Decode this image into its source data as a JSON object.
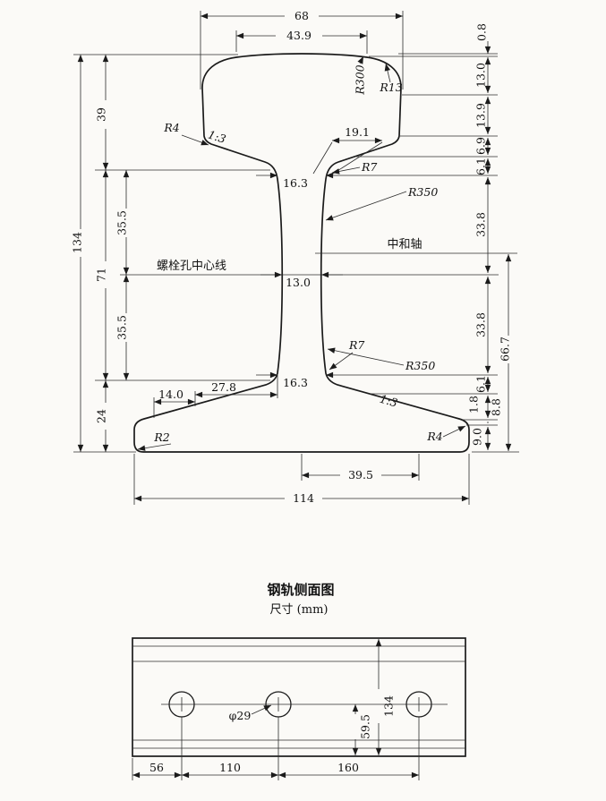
{
  "cross_section": {
    "dim_head_width": "68",
    "dim_head_top": "43.9",
    "dim_total_height": "134",
    "dim_head_height": "39",
    "dim_web_region": "71",
    "dim_base_height": "24",
    "dim_web_upper_half": "35.5",
    "dim_web_lower_half": "35.5",
    "chain_right": [
      "0.8",
      "13.0",
      "13.9",
      "6.9",
      "6.1",
      "33.8",
      "33.8",
      "6.1",
      "8.8",
      "1.8",
      "9.0"
    ],
    "dim_neutral_axis_height": "66.7",
    "dim_web_top": "16.3",
    "dim_web_mid": "13.0",
    "dim_web_bottom": "16.3",
    "dim_head_underside": "19.1",
    "dim_base_step1": "14.0",
    "dim_base_step2": "27.8",
    "dim_base_half": "39.5",
    "dim_base_width": "114",
    "radius_crown": "R300",
    "radius_head_corner": "R13",
    "radius_head_side": "R4",
    "radius_head_web_fillet": "R7",
    "radius_web_upper": "R350",
    "radius_web_lower": "R350",
    "radius_web_base_fillet": "R7",
    "radius_base_corner_left": "R2",
    "radius_base_edge_right": "R4",
    "slope_head": "1:3",
    "slope_base": "1:3",
    "label_neutral_axis": "中和轴",
    "label_bolt_centerline": "螺栓孔中心线"
  },
  "side_view": {
    "title": "钢轨侧面图",
    "units": "尺寸 (mm)",
    "hole_diameter": "φ29",
    "dim_height": "134",
    "dim_hole_height": "59.5",
    "dim_end_to_hole": "56",
    "dim_hole_spacing_1": "110",
    "dim_hole_spacing_2": "160"
  }
}
